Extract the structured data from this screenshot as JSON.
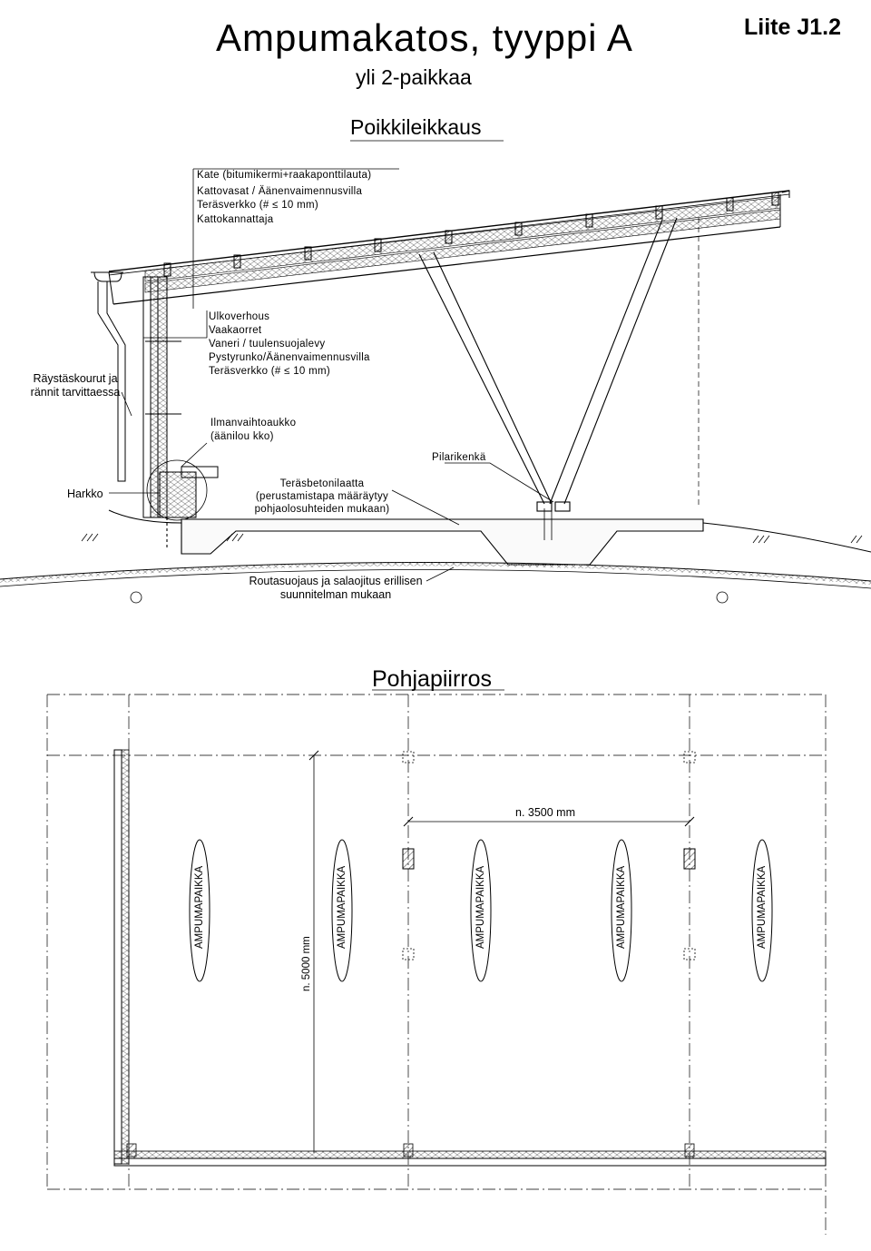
{
  "header": {
    "title": "Ampumakatos, tyyppi A",
    "subtitle": "yli 2-paikkaa",
    "appendix": "Liite J1.2"
  },
  "section": {
    "title": "Poikkileikkaus",
    "roof_layers": [
      "Kate (bitumikermi+raakaponttilauta)",
      "Kattovasat / Äänenvaimennusvilla",
      "Teräsverkko (# ≤ 10 mm)",
      "Kattokannattaja"
    ],
    "wall_layers": [
      "Ulkoverhous",
      "Vaakaorret",
      "Vaneri / tuulensuojalevy",
      "Pystyrunko/Äänenvaimennusvilla",
      "Teräsverkko (# ≤ 10 mm)"
    ],
    "gutter_note": [
      "Räystäskourut ja",
      "rännit tarvittaessa"
    ],
    "vent_note": [
      "Ilmanvaihtoaukko",
      "(äänilou kko)"
    ],
    "pillar_foot": "Pilarikenkä",
    "harkko": "Harkko",
    "slab_note": [
      "Teräsbetonilaatta",
      "(perustamistapa määräytyy",
      "pohjaolosuhteiden mukaan)"
    ],
    "frost_note": [
      "Routasuojaus ja salaojitus erillisen",
      "suunnitelman mukaan"
    ]
  },
  "plan": {
    "title": "Pohjapiirros",
    "dim_width": "n. 3500 mm",
    "dim_depth": "n. 5000 mm",
    "spot_label": "AMPUMAPAIKKA",
    "spot_count": 5
  }
}
